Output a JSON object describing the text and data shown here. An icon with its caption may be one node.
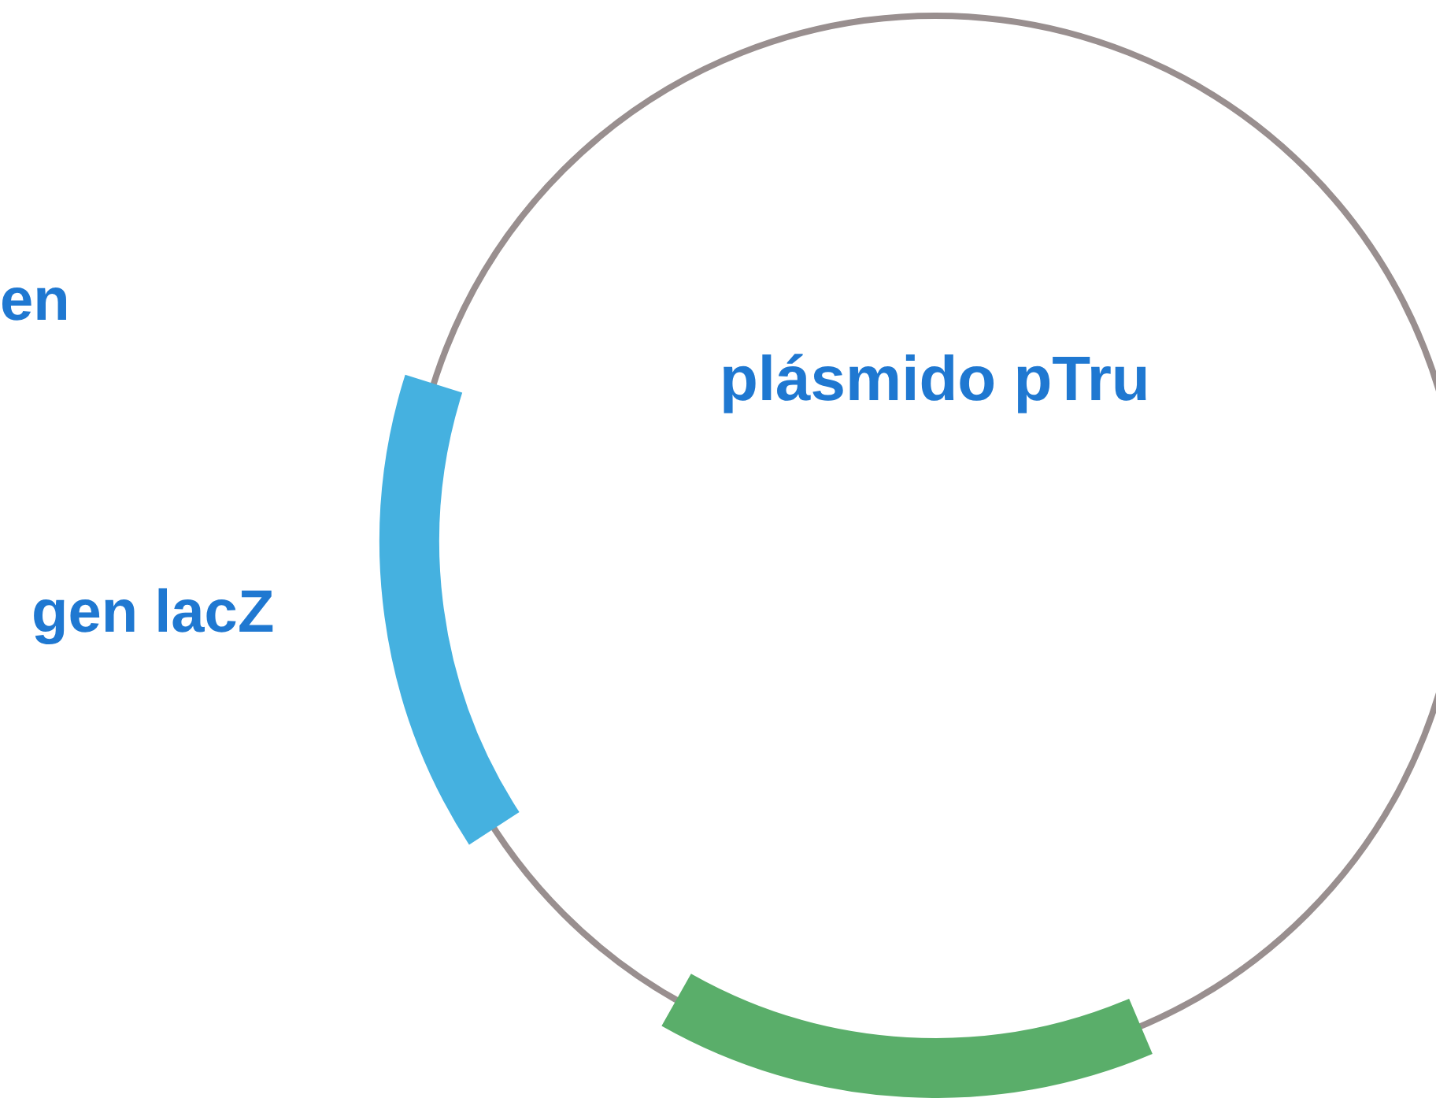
{
  "diagram": {
    "nodes": [
      {
        "text": [
          "plásmido pTru"
        ]
      }
    ],
    "labels": [
      "en",
      "gen lacZ"
    ]
  }
}
